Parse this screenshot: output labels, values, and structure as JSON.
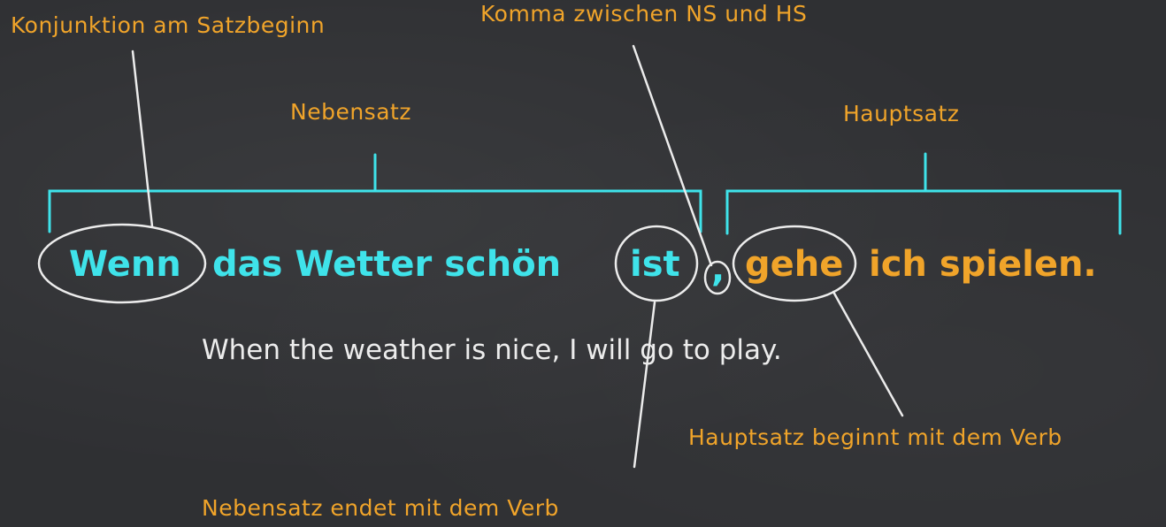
{
  "labels": {
    "conjunction": "Konjunktion am Satzbeginn",
    "comma": "Komma zwischen NS und HS",
    "nebensatz": "Nebensatz",
    "hauptsatz": "Hauptsatz",
    "hs_begins": "Hauptsatz beginnt mit dem Verb",
    "ns_ends": "Nebensatz endet mit dem Verb"
  },
  "sentence": {
    "wenn": "Wenn",
    "middle": "das Wetter schön",
    "ist": "ist",
    "comma": ",",
    "gehe": "gehe",
    "rest": "ich spielen."
  },
  "translation": "When the weather is nice, I will go to play.",
  "colors": {
    "board": "#2f3033",
    "label_orange": "#f0a42a",
    "clause_cyan": "#3fe3ea",
    "chalk_white": "#ececec"
  }
}
